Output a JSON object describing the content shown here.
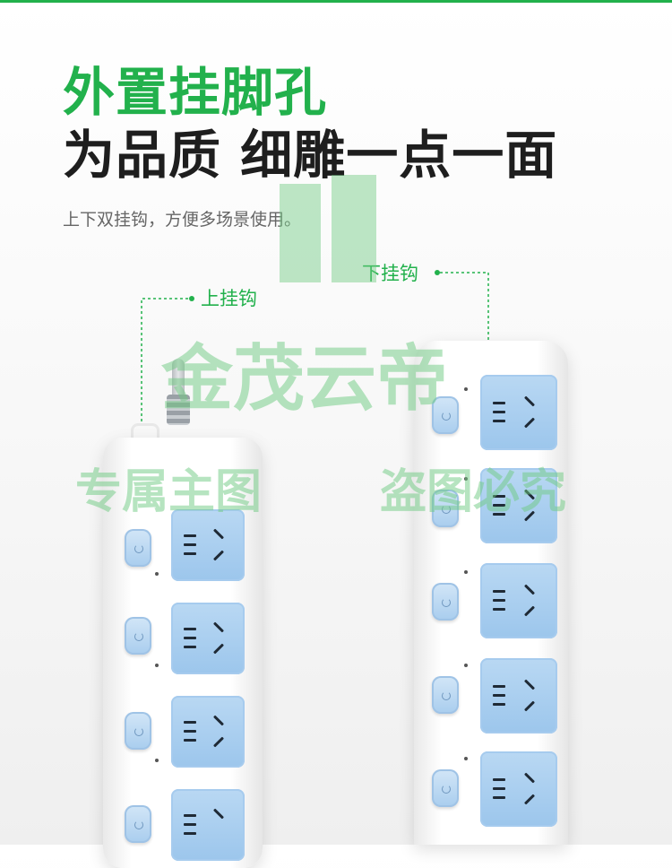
{
  "colors": {
    "accent_green": "#22b14c",
    "title_dark": "#1e1e1e",
    "subtitle_gray": "#666666",
    "socket_blue": "#a9cdee",
    "watermark_green": "#6fcb82"
  },
  "header": {
    "title_green": "外置挂脚孔",
    "title_dark": "为品质 细雕一点一面",
    "subtitle": "上下双挂钩，方便多场景使用。"
  },
  "callouts": {
    "upper_hook": "上挂钩",
    "lower_hook": "下挂钩"
  },
  "watermark": {
    "brand": "金茂云帝",
    "left": "专属主图",
    "right": "盗图必究"
  },
  "products": {
    "left_strip_sockets": 4,
    "right_strip_sockets": 5,
    "icons": [
      "power-icon",
      "socket-icon",
      "hook-icon"
    ]
  }
}
